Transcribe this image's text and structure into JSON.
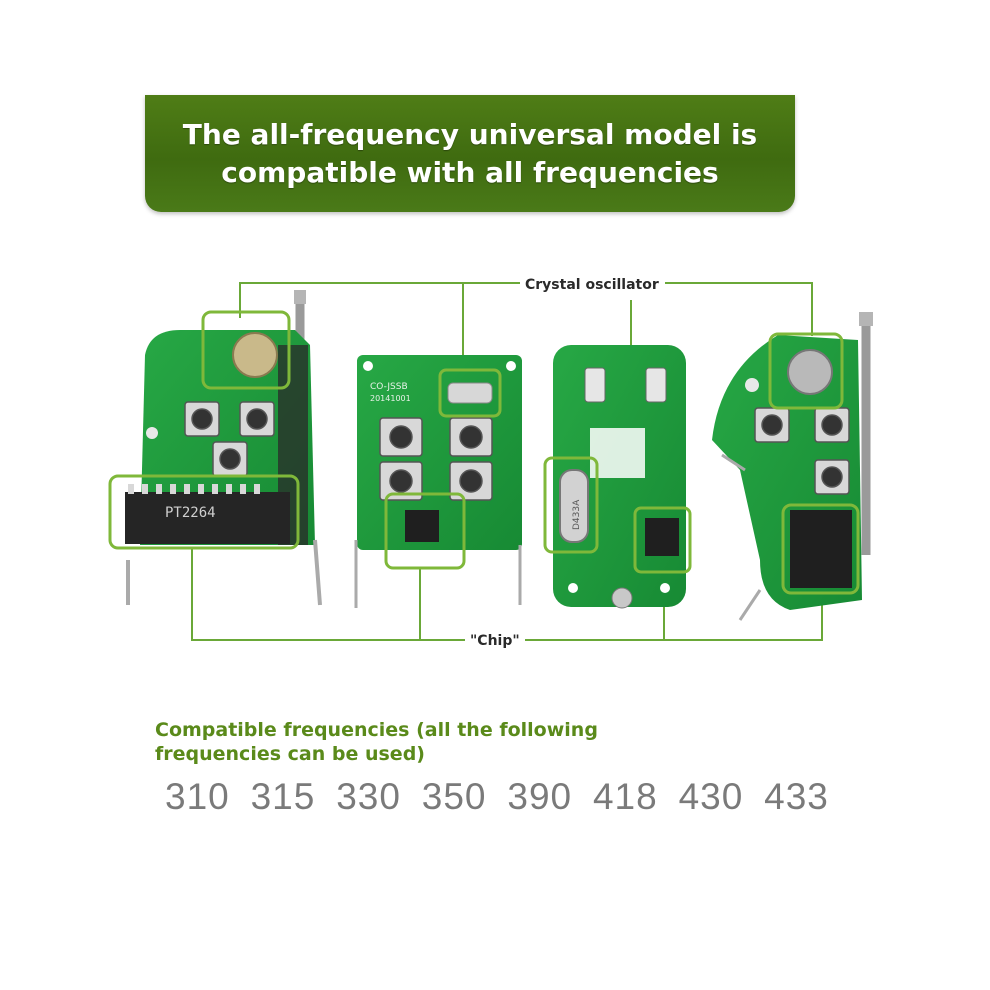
{
  "banner": {
    "line1": "The all-frequency universal model is",
    "line2": "compatible with all frequencies"
  },
  "callouts": {
    "crystal": "Crystal oscillator",
    "chip": "\"Chip\""
  },
  "board_texts": {
    "chip1": "PT2264",
    "board2_id": "CO-JSSB",
    "board2_date": "20141001",
    "crystal": "D433A"
  },
  "compatible": {
    "line1": "Compatible frequencies (all the following",
    "line2": "frequencies can be used)"
  },
  "frequencies": [
    "310",
    "315",
    "330",
    "350",
    "390",
    "418",
    "430",
    "433"
  ],
  "colors": {
    "banner": "#46741a",
    "pcb": "#1e9a3c",
    "highlight_box": "#7fb83a",
    "compat_text": "#5a8a1a",
    "freq_text": "#7a7a7a"
  }
}
